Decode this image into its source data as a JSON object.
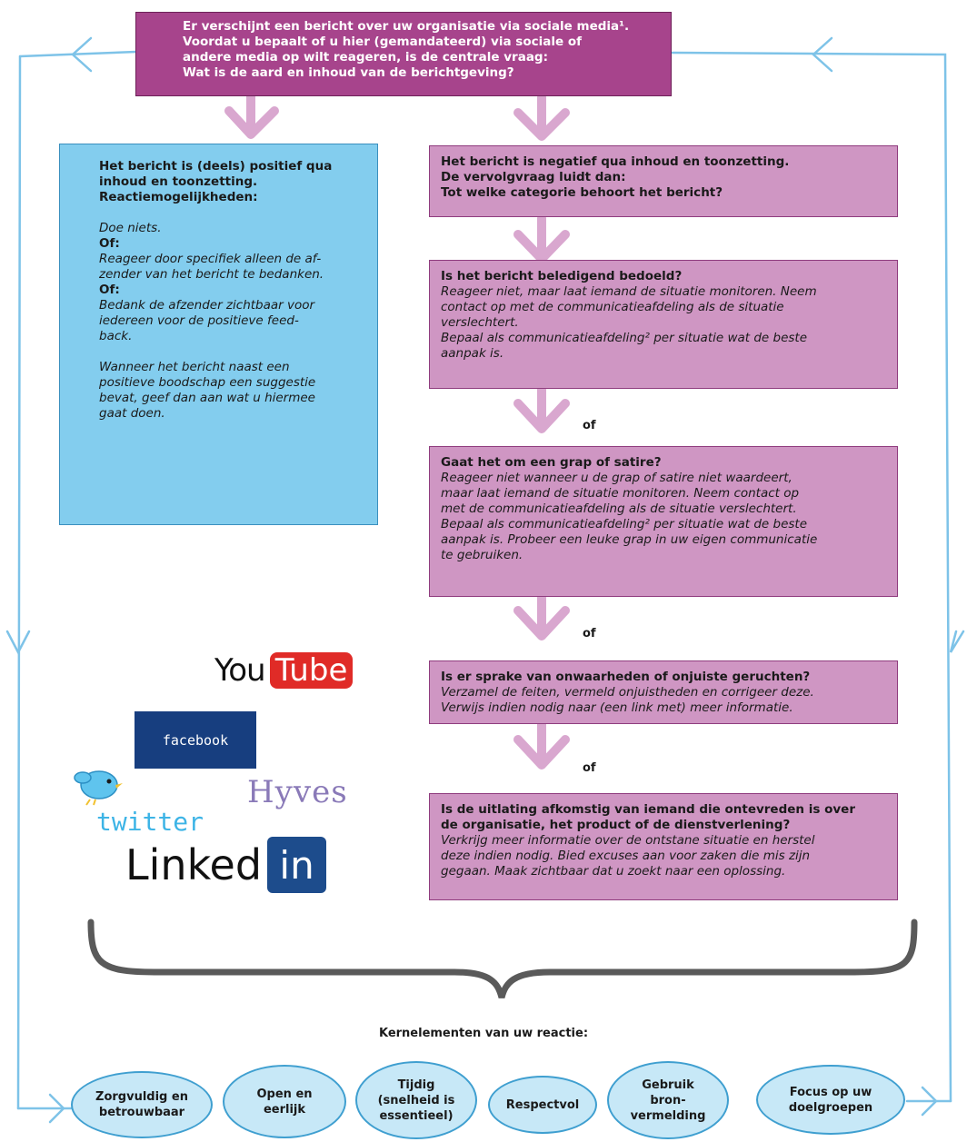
{
  "top_question": {
    "lines": [
      "Er verschijnt een bericht over uw organisatie via sociale media¹.",
      "Voordat u bepaalt of u hier (gemandateerd) via sociale of",
      "andere media op wilt reageren, is de centrale vraag:",
      "Wat is de aard en inhoud van de berichtgeving?"
    ]
  },
  "positive": {
    "title_lines": [
      "Het bericht is (deels) positief qua",
      "inhoud en toonzetting.",
      "Reactiemogelijkheden:"
    ],
    "option1": "Doe niets.",
    "or1": "Of:",
    "option2_lines": [
      "Reageer door specifiek alleen de af-",
      "zender van het bericht te bedanken."
    ],
    "or2": "Of:",
    "option3_lines": [
      "Bedank de afzender zichtbaar voor",
      "iedereen voor de positieve feed-",
      "back."
    ],
    "note_lines": [
      "Wanneer het bericht naast een",
      "positieve boodschap een suggestie",
      "bevat, geef dan aan wat u hiermee",
      "gaat doen."
    ]
  },
  "negative": {
    "lines": [
      "Het bericht is negatief qua inhoud en toonzetting.",
      "De vervolgvraag luidt dan:",
      "Tot welke categorie behoort het bericht?"
    ]
  },
  "categories": [
    {
      "title": "Is het bericht beledigend bedoeld?",
      "lines": [
        "Reageer niet, maar laat iemand de situatie monitoren. Neem",
        "contact op met de communicatieafdeling als de situatie",
        "verslechtert.",
        "Bepaal als communicatieafdeling² per situatie wat de beste",
        "aanpak is."
      ]
    },
    {
      "title": "Gaat het om een grap of satire?",
      "lines": [
        "Reageer niet wanneer u de grap of satire niet waardeert,",
        "maar laat iemand de situatie monitoren. Neem contact op",
        "met de communicatieafdeling als de situatie verslechtert.",
        "Bepaal als communicatieafdeling² per situatie wat de beste",
        "aanpak is. Probeer een leuke grap in uw eigen communicatie",
        "te gebruiken."
      ]
    },
    {
      "title": "Is er sprake van onwaarheden of onjuiste geruchten?",
      "lines": [
        "Verzamel de feiten, vermeld onjuistheden en corrigeer deze.",
        "Verwijs indien nodig naar (een link met) meer informatie."
      ]
    },
    {
      "title_lines": [
        "Is de uitlating afkomstig van iemand die ontevreden is over",
        "de organisatie, het product of de dienstverlening?"
      ],
      "lines": [
        "Verkrijg meer informatie over de ontstane situatie en herstel",
        "deze indien nodig. Bied excuses aan voor zaken die mis zijn",
        "gegaan. Maak zichtbaar dat u zoekt naar een oplossing."
      ]
    }
  ],
  "connector_label": "of",
  "logos": {
    "youtube_you": "You",
    "youtube_tube": "Tube",
    "facebook": "facebook",
    "twitter": "twitter",
    "hyves": "Hyves",
    "linkedin": "Linked",
    "linkedin_in": "in"
  },
  "core_heading": "Kernelementen van uw reactie:",
  "core_elements": [
    [
      "Zorgvuldig en",
      "betrouwbaar"
    ],
    [
      "Open en",
      "eerlijk"
    ],
    [
      "Tijdig",
      "(snelheid is",
      "essentieel)"
    ],
    [
      "Respectvol"
    ],
    [
      "Gebruik",
      "bron-",
      "vermelding"
    ],
    [
      "Focus op uw",
      "doelgroepen"
    ]
  ],
  "colors": {
    "top_box": "#a7448c",
    "category_box": "#cf96c3",
    "positive_box": "#83cdee",
    "arrow": "#d9a7cf",
    "frame": "#7ec3e8",
    "brace": "#5a5a5a",
    "oval": "#c7e8f7"
  }
}
